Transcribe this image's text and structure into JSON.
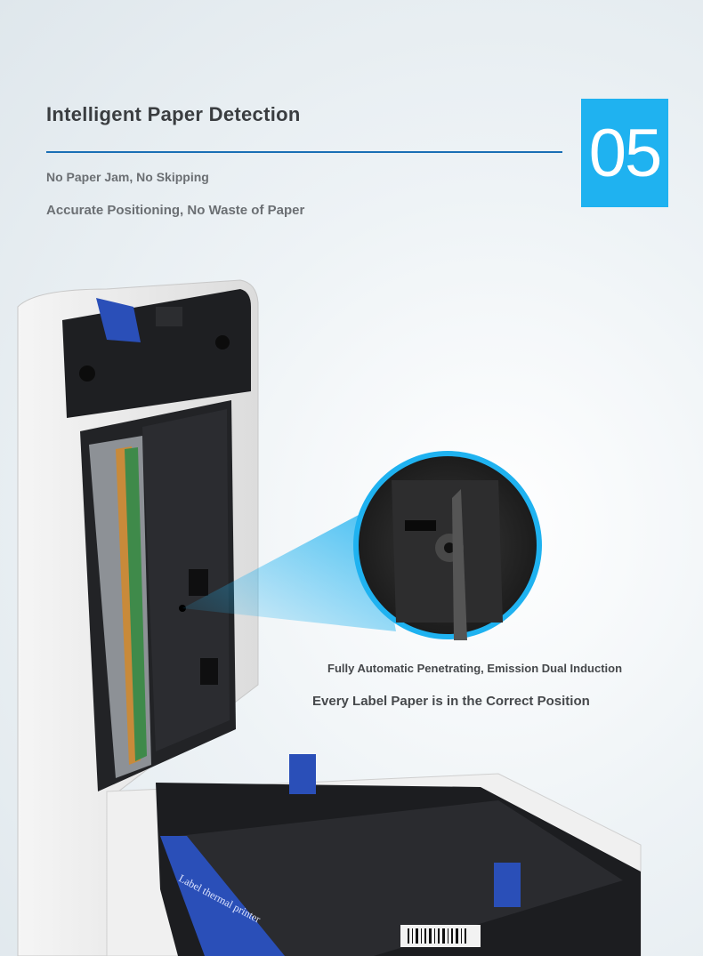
{
  "header": {
    "title": "Intelligent Paper Detection",
    "subtitle_1": "No Paper Jam, No Skipping",
    "subtitle_2": "Accurate Positioning, No Waste of Paper",
    "badge_number": "05"
  },
  "captions": {
    "line_1": "Fully Automatic Penetrating, Emission Dual Induction",
    "line_2": "Every Label Paper is in the Correct Position"
  },
  "printer": {
    "label_text": "Label thermal printer"
  },
  "colors": {
    "accent": "#1fb2f0",
    "rule": "#1a6fb5",
    "guide_blue": "#2a4fb8",
    "body_black": "#1e1f22"
  }
}
